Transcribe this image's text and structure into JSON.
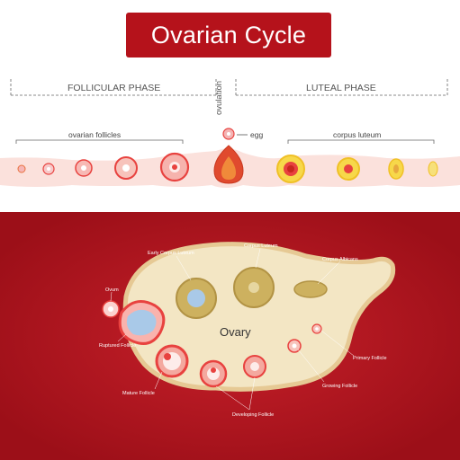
{
  "title": "Ovarian Cycle",
  "phases": {
    "follicular": "FOLLICULAR PHASE",
    "ovulation": "ovulation",
    "luteal": "LUTEAL PHASE"
  },
  "top_labels": {
    "ovarian_follicles": "ovarian follicles",
    "egg": "egg",
    "corpus_luteum": "corpus luteum"
  },
  "ovary": {
    "center_label": "Ovary",
    "annotations": {
      "early_corpus_luteum": "Early Corpus Luteum",
      "corpus_luteum": "Corpus Luteum",
      "corpus_albicans": "Corpus Albicans",
      "ovum": "Ovum",
      "ruptured_follicle": "Ruptured Follicle",
      "primary_follicle": "Primary Follicle",
      "growing_follicle": "Growing Follicle",
      "mature_follicle": "Mature Follicle",
      "developing_follicle": "Developing Follicle"
    }
  },
  "colors": {
    "accent": "#b5121b",
    "panel": "#a9141d",
    "ovary_fill": "#f3e6c4",
    "follicle": "#e8423f",
    "luteum_yellow": "#f5d53a"
  }
}
